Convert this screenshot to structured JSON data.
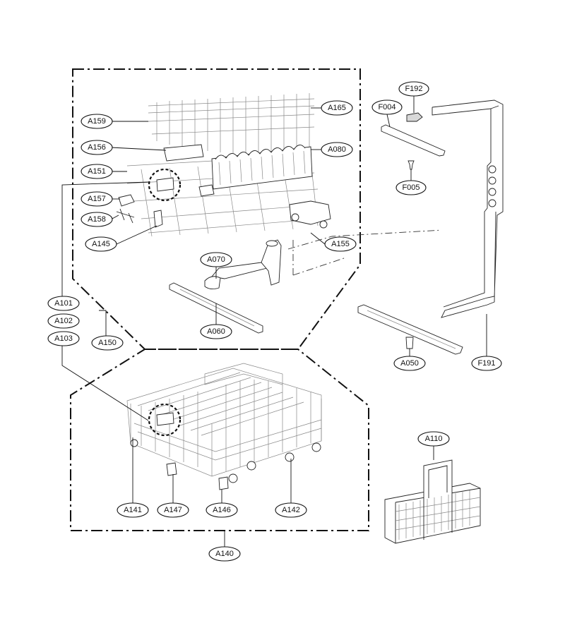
{
  "callouts": [
    {
      "id": "A159",
      "label": "A159"
    },
    {
      "id": "A165",
      "label": "A165"
    },
    {
      "id": "A156",
      "label": "A156"
    },
    {
      "id": "A080",
      "label": "A080"
    },
    {
      "id": "A151",
      "label": "A151"
    },
    {
      "id": "A157",
      "label": "A157"
    },
    {
      "id": "A158",
      "label": "A158"
    },
    {
      "id": "A145",
      "label": "A145"
    },
    {
      "id": "A155",
      "label": "A155"
    },
    {
      "id": "A070",
      "label": "A070"
    },
    {
      "id": "A060",
      "label": "A060"
    },
    {
      "id": "A101",
      "label": "A101"
    },
    {
      "id": "A102",
      "label": "A102"
    },
    {
      "id": "A103",
      "label": "A103"
    },
    {
      "id": "A150",
      "label": "A150"
    },
    {
      "id": "F192",
      "label": "F192"
    },
    {
      "id": "F004",
      "label": "F004"
    },
    {
      "id": "F005",
      "label": "F005"
    },
    {
      "id": "A050",
      "label": "A050"
    },
    {
      "id": "F191",
      "label": "F191"
    },
    {
      "id": "A110",
      "label": "A110"
    },
    {
      "id": "A141",
      "label": "A141"
    },
    {
      "id": "A147",
      "label": "A147"
    },
    {
      "id": "A146",
      "label": "A146"
    },
    {
      "id": "A142",
      "label": "A142"
    },
    {
      "id": "A140",
      "label": "A140"
    }
  ]
}
